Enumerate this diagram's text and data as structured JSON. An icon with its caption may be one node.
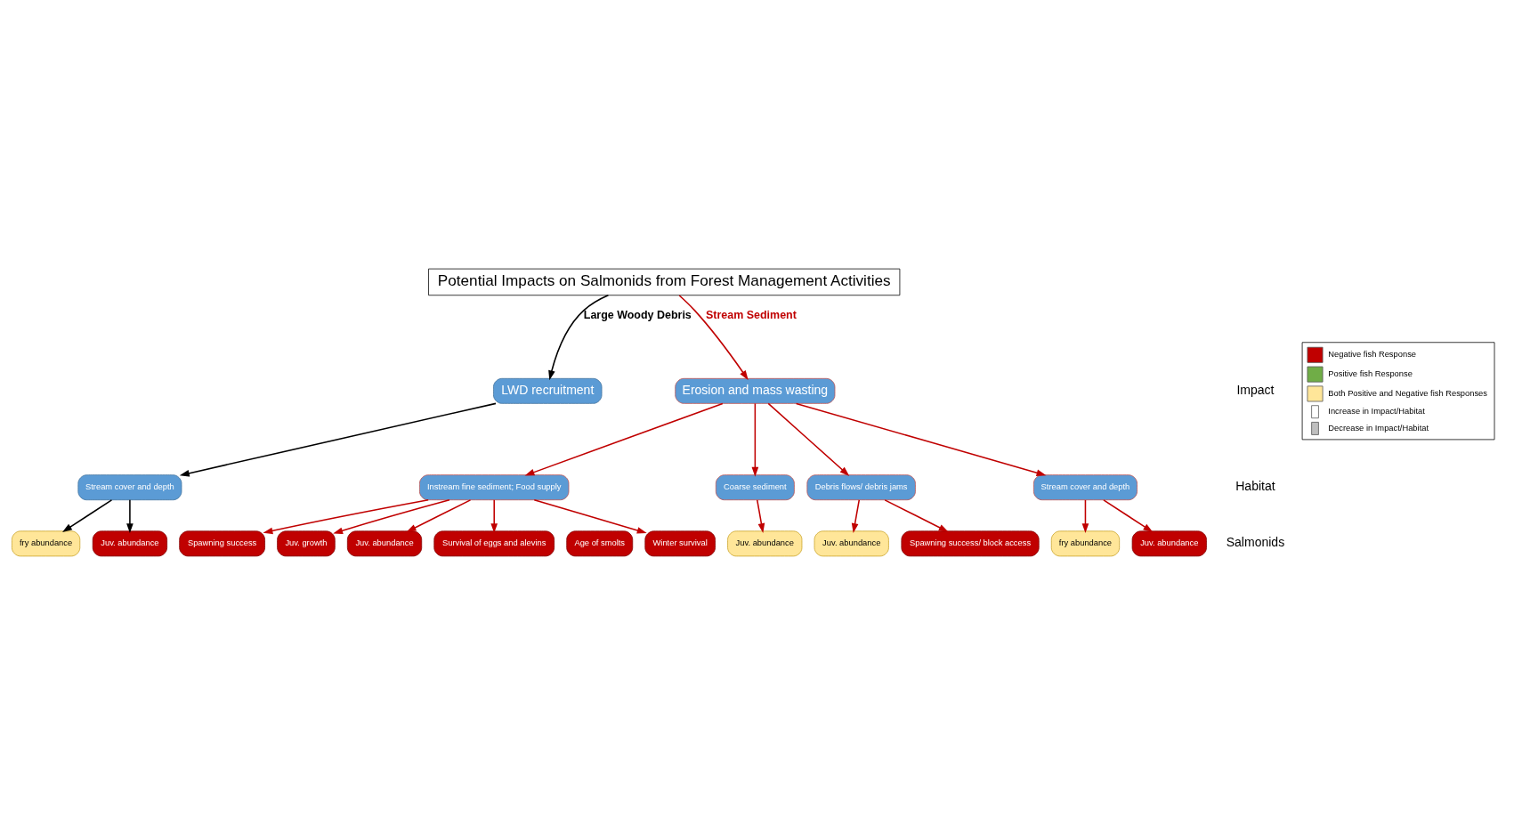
{
  "diagram": {
    "nodes": [
      {
        "text": [
          "Potential Impacts on Salmonids from Forest Management Activities"
        ]
      },
      {
        "text": [
          "LWD recruitment"
        ]
      },
      {
        "text": [
          "Erosion and mass wasting"
        ]
      },
      {
        "text": [
          "Stream cover and depth"
        ]
      },
      {
        "text": [
          "Instream fine sediment; Food supply"
        ]
      },
      {
        "text": [
          "Coarse sediment"
        ]
      },
      {
        "text": [
          "Debris flows/ debris jams"
        ]
      },
      {
        "text": [
          "Stream cover and depth"
        ]
      },
      {
        "text": [
          "fry abundance"
        ]
      },
      {
        "text": [
          "Juv. abundance"
        ]
      },
      {
        "text": [
          "Spawning success"
        ]
      },
      {
        "text": [
          "Juv. growth"
        ]
      },
      {
        "text": [
          "Juv. abundance"
        ]
      },
      {
        "text": [
          "Survival of eggs and alevins"
        ]
      },
      {
        "text": [
          "Age of smolts"
        ]
      },
      {
        "text": [
          "Winter survival"
        ]
      },
      {
        "text": [
          "Juv. abundance"
        ]
      },
      {
        "text": [
          "Juv. abundance"
        ]
      },
      {
        "text": [
          "Spawning success/ block access"
        ]
      },
      {
        "text": [
          "fry abundance"
        ]
      },
      {
        "text": [
          "Juv. abundance"
        ]
      }
    ],
    "edges": [
      {
        "from": 0,
        "to": 1,
        "arrow": "to",
        "label": "Large Woody Debris",
        "color": "#000000"
      },
      {
        "from": 0,
        "to": 2,
        "arrow": "to",
        "label": "Stream Sediment"
      },
      {
        "from": 1,
        "to": 3,
        "arrow": "to",
        "color": "#000000"
      },
      {
        "from": 2,
        "to": 4,
        "arrow": "to"
      },
      {
        "from": 2,
        "to": 5,
        "arrow": "to"
      },
      {
        "from": 2,
        "to": 6,
        "arrow": "to"
      },
      {
        "from": 2,
        "to": 7,
        "arrow": "to"
      },
      {
        "from": 3,
        "to": 8,
        "arrow": "to",
        "color": "#000000"
      },
      {
        "from": 3,
        "to": 9,
        "arrow": "to",
        "color": "#000000"
      },
      {
        "from": 4,
        "to": 10,
        "arrow": "to"
      },
      {
        "from": 4,
        "to": 13,
        "arrow": "to"
      },
      {
        "from": 4,
        "to": 11,
        "arrow": "to"
      },
      {
        "from": 4,
        "to": 15,
        "arrow": "to"
      },
      {
        "from": 4,
        "to": 12,
        "arrow": "to"
      },
      {
        "from": 5,
        "to": 16,
        "arrow": "to"
      },
      {
        "from": 6,
        "to": 17,
        "arrow": "to"
      },
      {
        "from": 6,
        "to": 18,
        "arrow": "to"
      },
      {
        "from": 7,
        "to": 19,
        "arrow": "to"
      },
      {
        "from": 7,
        "to": 20,
        "arrow": "to"
      }
    ],
    "labels": [
      "Impact",
      "Habitat",
      "Salmonids"
    ],
    "legend": [
      {
        "text": "Negative fish Response",
        "color": "#c00000"
      },
      {
        "text": "Positive fish Response",
        "color": "#70ad47"
      },
      {
        "text": "Both Positive and Negative fish Responses",
        "color": "#ffe699"
      },
      {
        "text": "Increase in Impact/Habitat"
      },
      {
        "text": "Decrease in Impact/Habitat"
      }
    ]
  }
}
